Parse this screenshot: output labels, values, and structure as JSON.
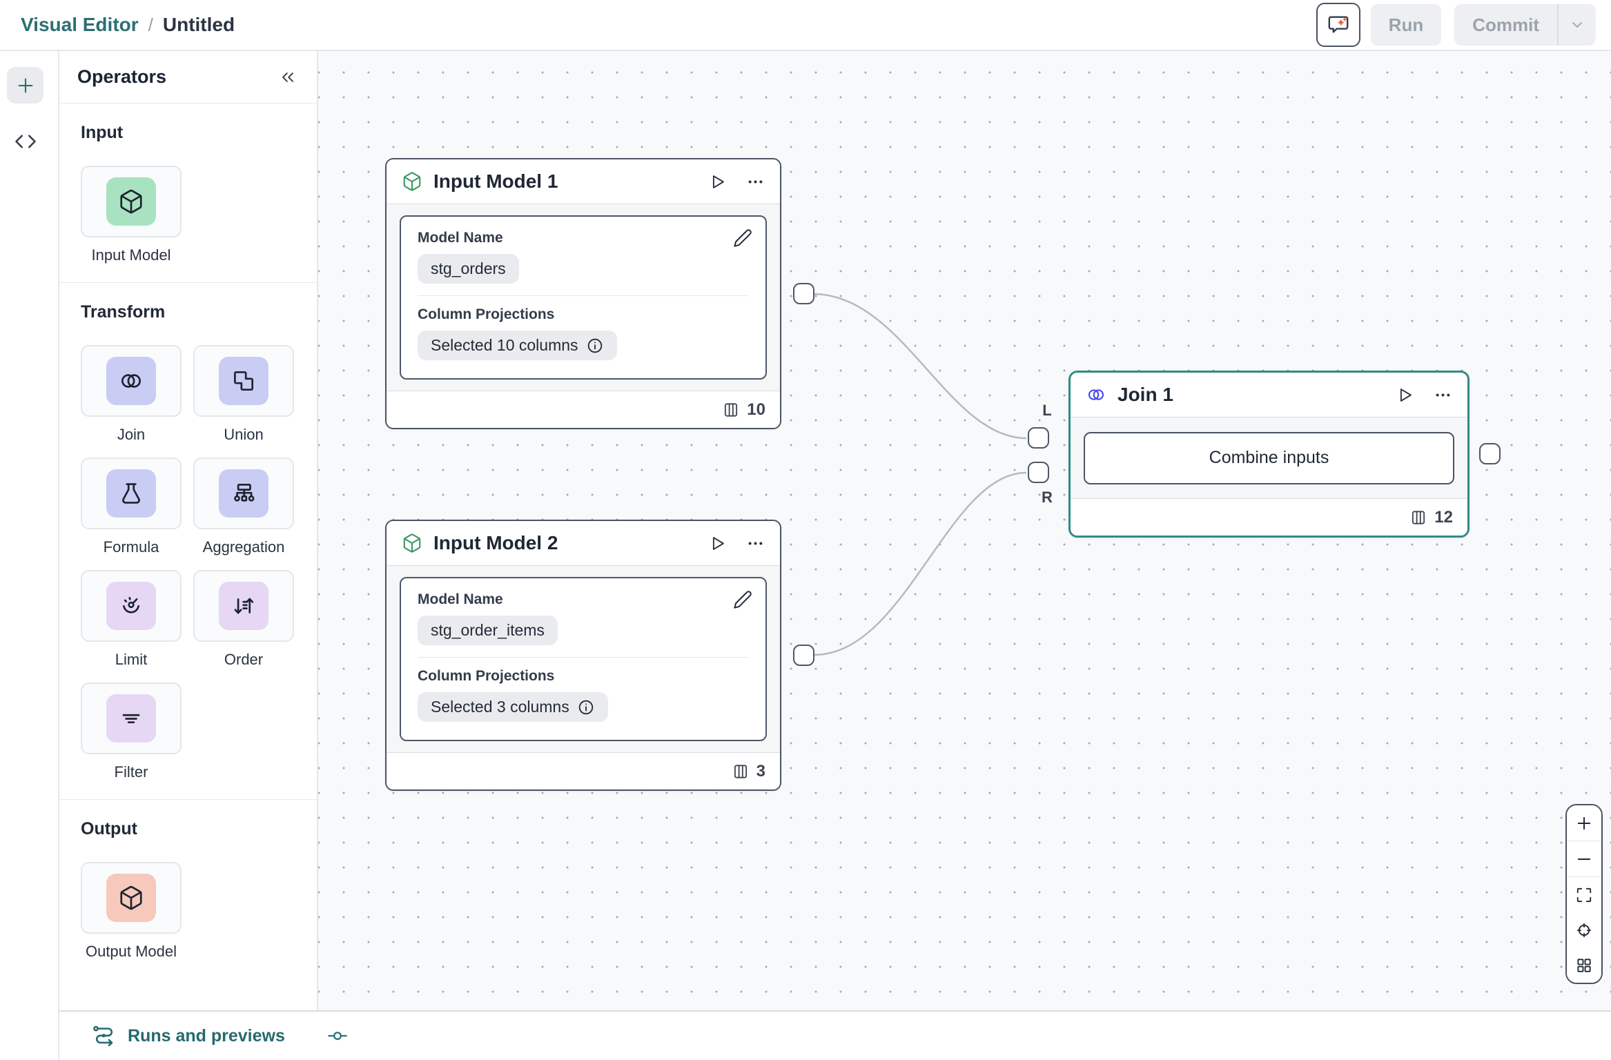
{
  "header": {
    "breadcrumb": {
      "app": "Visual Editor",
      "separator": "/",
      "title": "Untitled"
    },
    "run_label": "Run",
    "commit_label": "Commit"
  },
  "sidebar": {
    "title": "Operators",
    "sections": [
      {
        "label": "Input",
        "items": [
          {
            "label": "Input Model",
            "icon": "cube-icon",
            "tile_color": "#a9e2c0"
          }
        ]
      },
      {
        "label": "Transform",
        "items": [
          {
            "label": "Join",
            "icon": "join-circles-icon",
            "tile_color": "#c9cdf3"
          },
          {
            "label": "Union",
            "icon": "union-shapes-icon",
            "tile_color": "#c9cdf3"
          },
          {
            "label": "Formula",
            "icon": "flask-icon",
            "tile_color": "#c9cdf3"
          },
          {
            "label": "Aggregation",
            "icon": "hierarchy-icon",
            "tile_color": "#c9cdf3"
          },
          {
            "label": "Limit",
            "icon": "gauge-icon",
            "tile_color": "#e6d7f5"
          },
          {
            "label": "Order",
            "icon": "sort-arrows-icon",
            "tile_color": "#e6d7f5"
          },
          {
            "label": "Filter",
            "icon": "filter-lines-icon",
            "tile_color": "#e6d7f5"
          }
        ]
      },
      {
        "label": "Output",
        "items": [
          {
            "label": "Output Model",
            "icon": "cube-icon",
            "tile_color": "#f6c9bc"
          }
        ]
      }
    ]
  },
  "canvas": {
    "nodes": [
      {
        "title": "Input Model 1",
        "icon": "cube-icon",
        "icon_color": "#3a9a63",
        "fields": [
          {
            "label": "Model Name",
            "value": "stg_orders"
          },
          {
            "label": "Column Projections",
            "value": "Selected 10 columns"
          }
        ],
        "column_count": "10"
      },
      {
        "title": "Input Model 2",
        "icon": "cube-icon",
        "icon_color": "#3a9a63",
        "fields": [
          {
            "label": "Model Name",
            "value": "stg_order_items"
          },
          {
            "label": "Column Projections",
            "value": "Selected 3 columns"
          }
        ],
        "column_count": "3"
      },
      {
        "title": "Join 1",
        "icon": "join-circles-icon",
        "icon_color": "#4848e8",
        "button_label": "Combine inputs",
        "column_count": "12",
        "left_port_label": "L",
        "right_port_label": "R",
        "selected_border_color": "#2e8b88"
      }
    ]
  },
  "bottom_bar": {
    "runs_label": "Runs and previews"
  },
  "colors": {
    "brand_teal": "#2b6f72",
    "join_selected": "#2e8b88",
    "canvas_dot": "#a6abb3"
  }
}
